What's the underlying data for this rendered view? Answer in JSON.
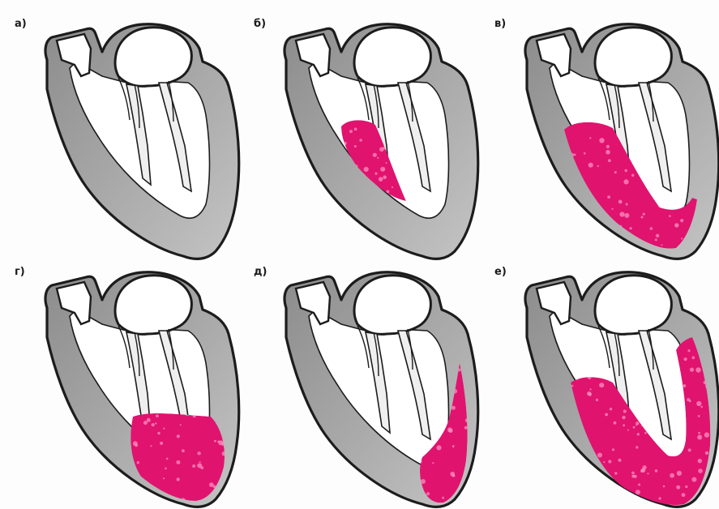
{
  "panels": [
    {
      "label": "а)"
    },
    {
      "label": "б)"
    },
    {
      "label": "в)"
    },
    {
      "label": "г)"
    },
    {
      "label": "д)"
    },
    {
      "label": "е)"
    }
  ],
  "colors": {
    "outline": "#1c1c1c",
    "wall_dark": "#8c8c8c",
    "wall_light": "#c4c4c4",
    "chamber": "#ffffff",
    "excitation": "#e0136f",
    "excitation_dot": "#ff8fbf"
  }
}
